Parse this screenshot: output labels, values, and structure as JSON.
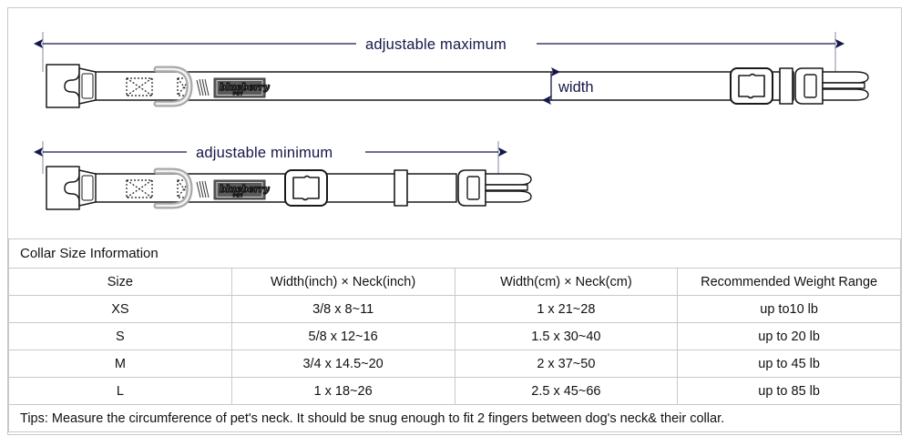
{
  "diagram": {
    "labels": {
      "adjustable_maximum": "adjustable maximum",
      "adjustable_minimum": "adjustable minimum",
      "width": "width"
    },
    "logo": {
      "brand": "blueberry",
      "sub": "PET"
    },
    "colors": {
      "dimension_line": "#15174a",
      "outline": "#1a1a1a",
      "hardware_fill": "#ffffff",
      "dring": "#b9b9b9",
      "logo_patch": "#5a5a5a",
      "frame": "#c9c9c9"
    },
    "parts": [
      "side-release-buckle-female",
      "strap",
      "d-ring",
      "stitch-box",
      "logo-patch",
      "slider-adjuster",
      "keeper-loop",
      "side-release-buckle-male"
    ]
  },
  "table": {
    "title": "Collar Size Information",
    "headers": [
      "Size",
      "Width(inch)  ×  Neck(inch)",
      "Width(cm)  ×  Neck(cm)",
      "Recommended Weight Range"
    ],
    "rows": [
      {
        "size": "XS",
        "inch": "3/8 x 8~11",
        "cm": "1 x 21~28",
        "weight": "up to10 lb"
      },
      {
        "size": "S",
        "inch": "5/8 x 12~16",
        "cm": "1.5 x 30~40",
        "weight": "up to 20 lb"
      },
      {
        "size": "M",
        "inch": "3/4 x 14.5~20",
        "cm": "2 x 37~50",
        "weight": "up to 45 lb"
      },
      {
        "size": "L",
        "inch": "1 x 18~26",
        "cm": "2.5 x 45~66",
        "weight": "up to 85 lb"
      }
    ],
    "tips": "Tips: Measure the circumference of pet's neck. It should be snug enough to fit 2 fingers between dog's neck& their collar."
  }
}
